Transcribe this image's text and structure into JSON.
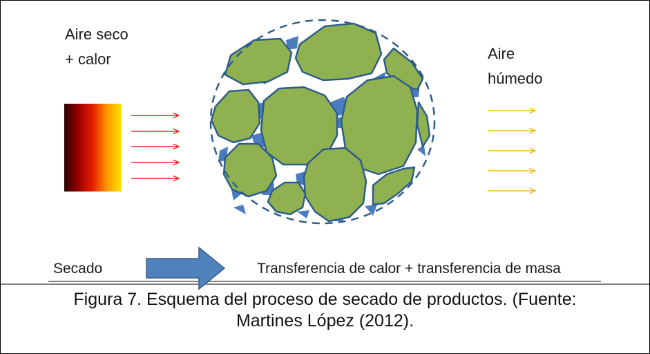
{
  "diagram": {
    "input_label_line1": "Aire seco",
    "input_label_line2": "+ calor",
    "output_label_line1": "Aire",
    "output_label_line2": "húmedo",
    "process_label": "Secado",
    "result_label": "Transferencia de calor  + transferencia de masa",
    "colors": {
      "particle_fill": "#8fb14f",
      "particle_stroke": "#2e5c8a",
      "liquid_fill": "#4a7cc0",
      "hot_arrow": "#e8282a",
      "moist_arrow": "#f4b81c",
      "process_arrow": "#4f81bd"
    }
  },
  "caption": {
    "line1": "Figura 7. Esquema del proceso de secado de productos. (Fuente:",
    "line2": "Martines López (2012)."
  }
}
